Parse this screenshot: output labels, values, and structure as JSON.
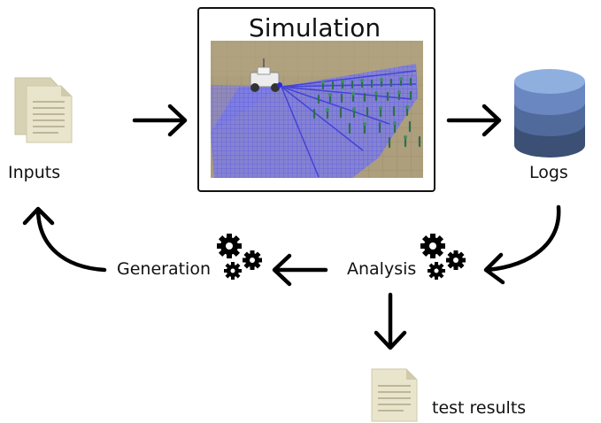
{
  "diagram": {
    "simulation": {
      "title": "Simulation"
    },
    "nodes": {
      "inputs": {
        "label": "Inputs",
        "icon": "documents-icon"
      },
      "logs": {
        "label": "Logs",
        "icon": "database-icon"
      },
      "analysis": {
        "label": "Analysis",
        "icon": "gears-icon"
      },
      "generation": {
        "label": "Generation",
        "icon": "gears-icon"
      },
      "test_results": {
        "label": "test results",
        "icon": "document-icon"
      }
    }
  },
  "colors": {
    "document_fill": "#e9e4cc",
    "document_back": "#d8d2b4",
    "document_lines": "#bdb698",
    "db_top": "#8fb0df",
    "db_band1": "#6b87c2",
    "db_band2": "#506a9c",
    "db_band3": "#3c4f75",
    "lidar": "#6f6ff2",
    "ground": "#a99a78",
    "plants": "#2f6d4f",
    "arrow": "#000000"
  }
}
